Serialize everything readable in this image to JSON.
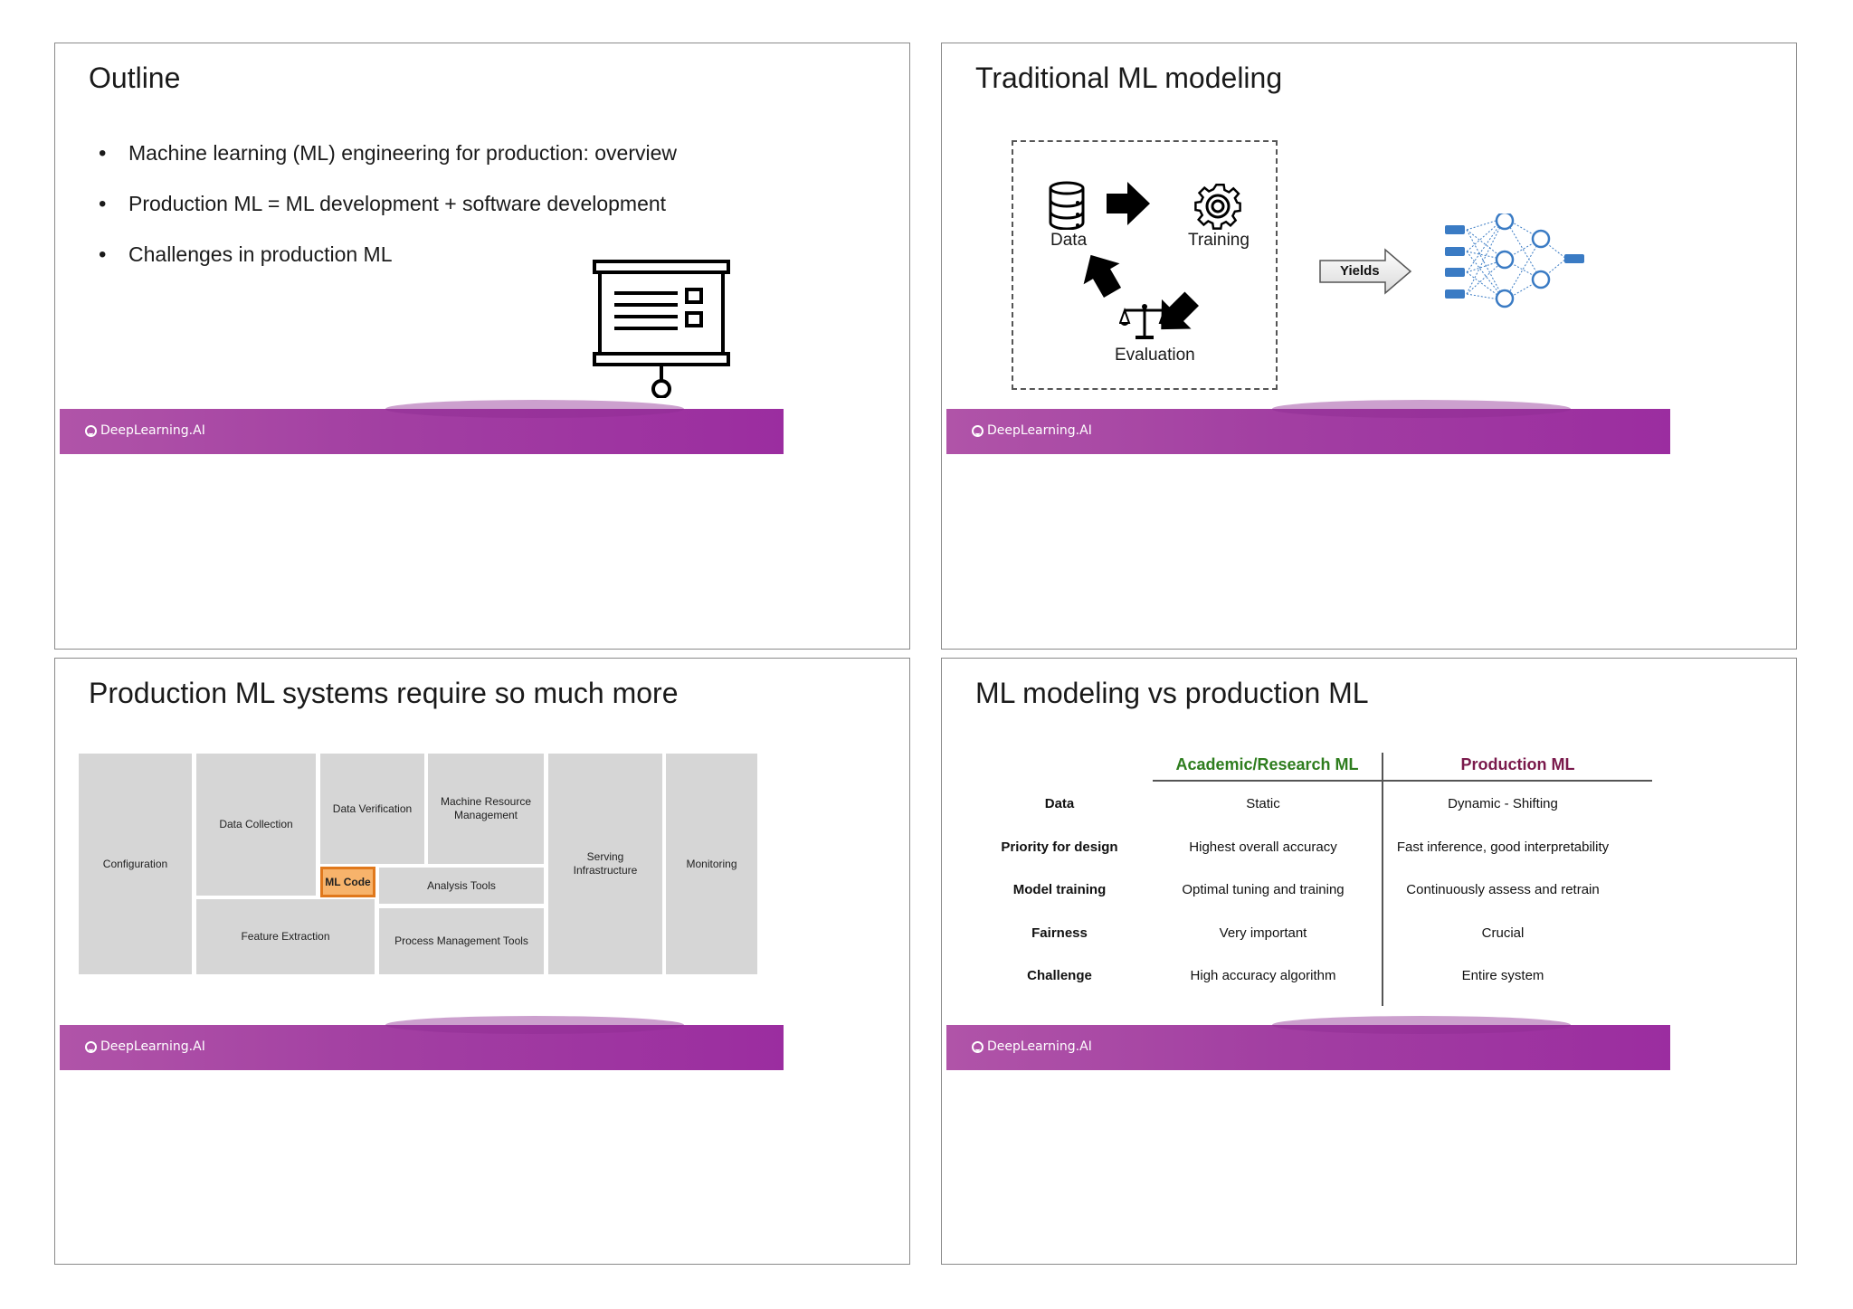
{
  "footer_brand": "DeepLearning.AI",
  "slide1": {
    "title": "Outline",
    "bullets": [
      "Machine learning (ML) engineering for production: overview",
      "Production ML = ML development + software development",
      "Challenges in production ML"
    ]
  },
  "slide2": {
    "title": "Traditional ML modeling",
    "cycle": {
      "data": "Data",
      "training": "Training",
      "evaluation": "Evaluation"
    },
    "yields": "Yields"
  },
  "slide3": {
    "title": "Production ML systems require so much more",
    "blocks": {
      "configuration": "Configuration",
      "data_collection": "Data Collection",
      "data_verification": "Data Verification",
      "machine_resource": "Machine Resource Management",
      "serving": "Serving Infrastructure",
      "monitoring": "Monitoring",
      "ml_code": "ML Code",
      "analysis_tools": "Analysis Tools",
      "feature_extraction": "Feature Extraction",
      "process_management": "Process Management Tools"
    }
  },
  "slide4": {
    "title": "ML modeling vs production ML",
    "col_academic": "Academic/Research ML",
    "col_production": "Production ML",
    "academic_color": "#2e7d1e",
    "production_color": "#7a1a4c",
    "rows": [
      {
        "label": "Data",
        "academic": "Static",
        "production": "Dynamic - Shifting"
      },
      {
        "label": "Priority for design",
        "academic": "Highest overall accuracy",
        "production": "Fast inference, good interpretability"
      },
      {
        "label": "Model training",
        "academic": "Optimal tuning and training",
        "production": "Continuously assess and retrain"
      },
      {
        "label": "Fairness",
        "academic": "Very important",
        "production": "Crucial"
      },
      {
        "label": "Challenge",
        "academic": "High accuracy algorithm",
        "production": "Entire system"
      }
    ]
  }
}
